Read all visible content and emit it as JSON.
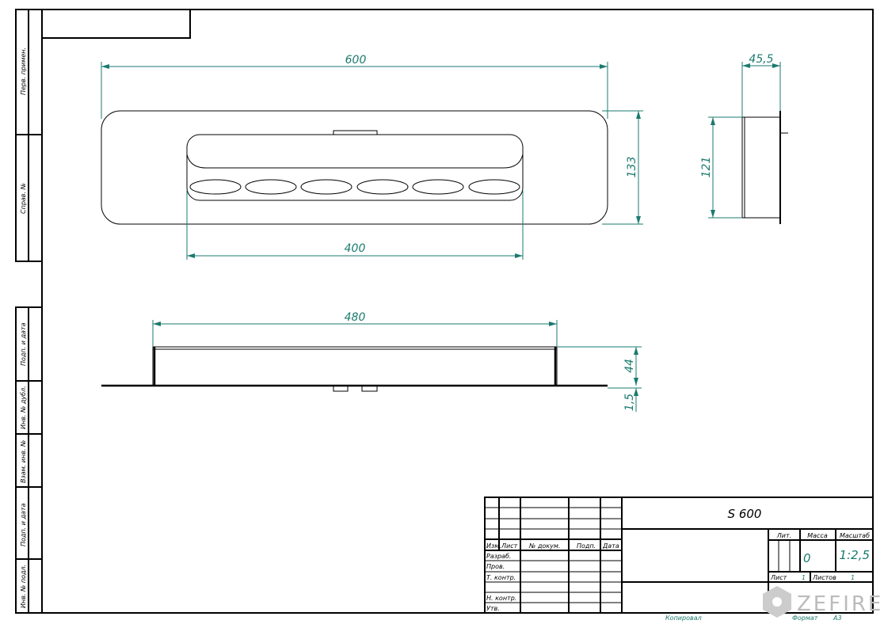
{
  "drawing": {
    "dimensions": {
      "width_front": "600",
      "height_front": "133",
      "inner_width": "400",
      "depth_side": "45,5",
      "height_side": "121",
      "width_bottom": "480",
      "height_bottom": "44",
      "plate_thickness": "1,5"
    }
  },
  "side_strip": [
    "Перв. примен.",
    "Справ. №",
    "Подп. и дата",
    "Инв. № дубл.",
    "Взам. инв. №",
    "Подп. и дата",
    "Инв. № подл."
  ],
  "title_block": {
    "name": "S 600",
    "headers": {
      "izm": "Изм.",
      "list": "Лист",
      "doc": "№ докум.",
      "sign": "Подп.",
      "date": "Дата"
    },
    "roles": [
      "Разраб.",
      "Пров.",
      "Т. контр.",
      "",
      "Н. контр.",
      "Утв."
    ],
    "lit_label": "Лит.",
    "mass_label": "Масса",
    "scale_label": "Масштаб",
    "mass": "0",
    "scale": "1:2,5",
    "sheet_label": "Лист",
    "sheet": "1",
    "sheets_label": "Листов",
    "sheets": "1",
    "copied": "Копировал",
    "format_label": "Формат",
    "format": "A3",
    "logo": "ZEFIRE"
  },
  "colors": {
    "dimension": "#1b7a6f",
    "line": "#000000"
  }
}
